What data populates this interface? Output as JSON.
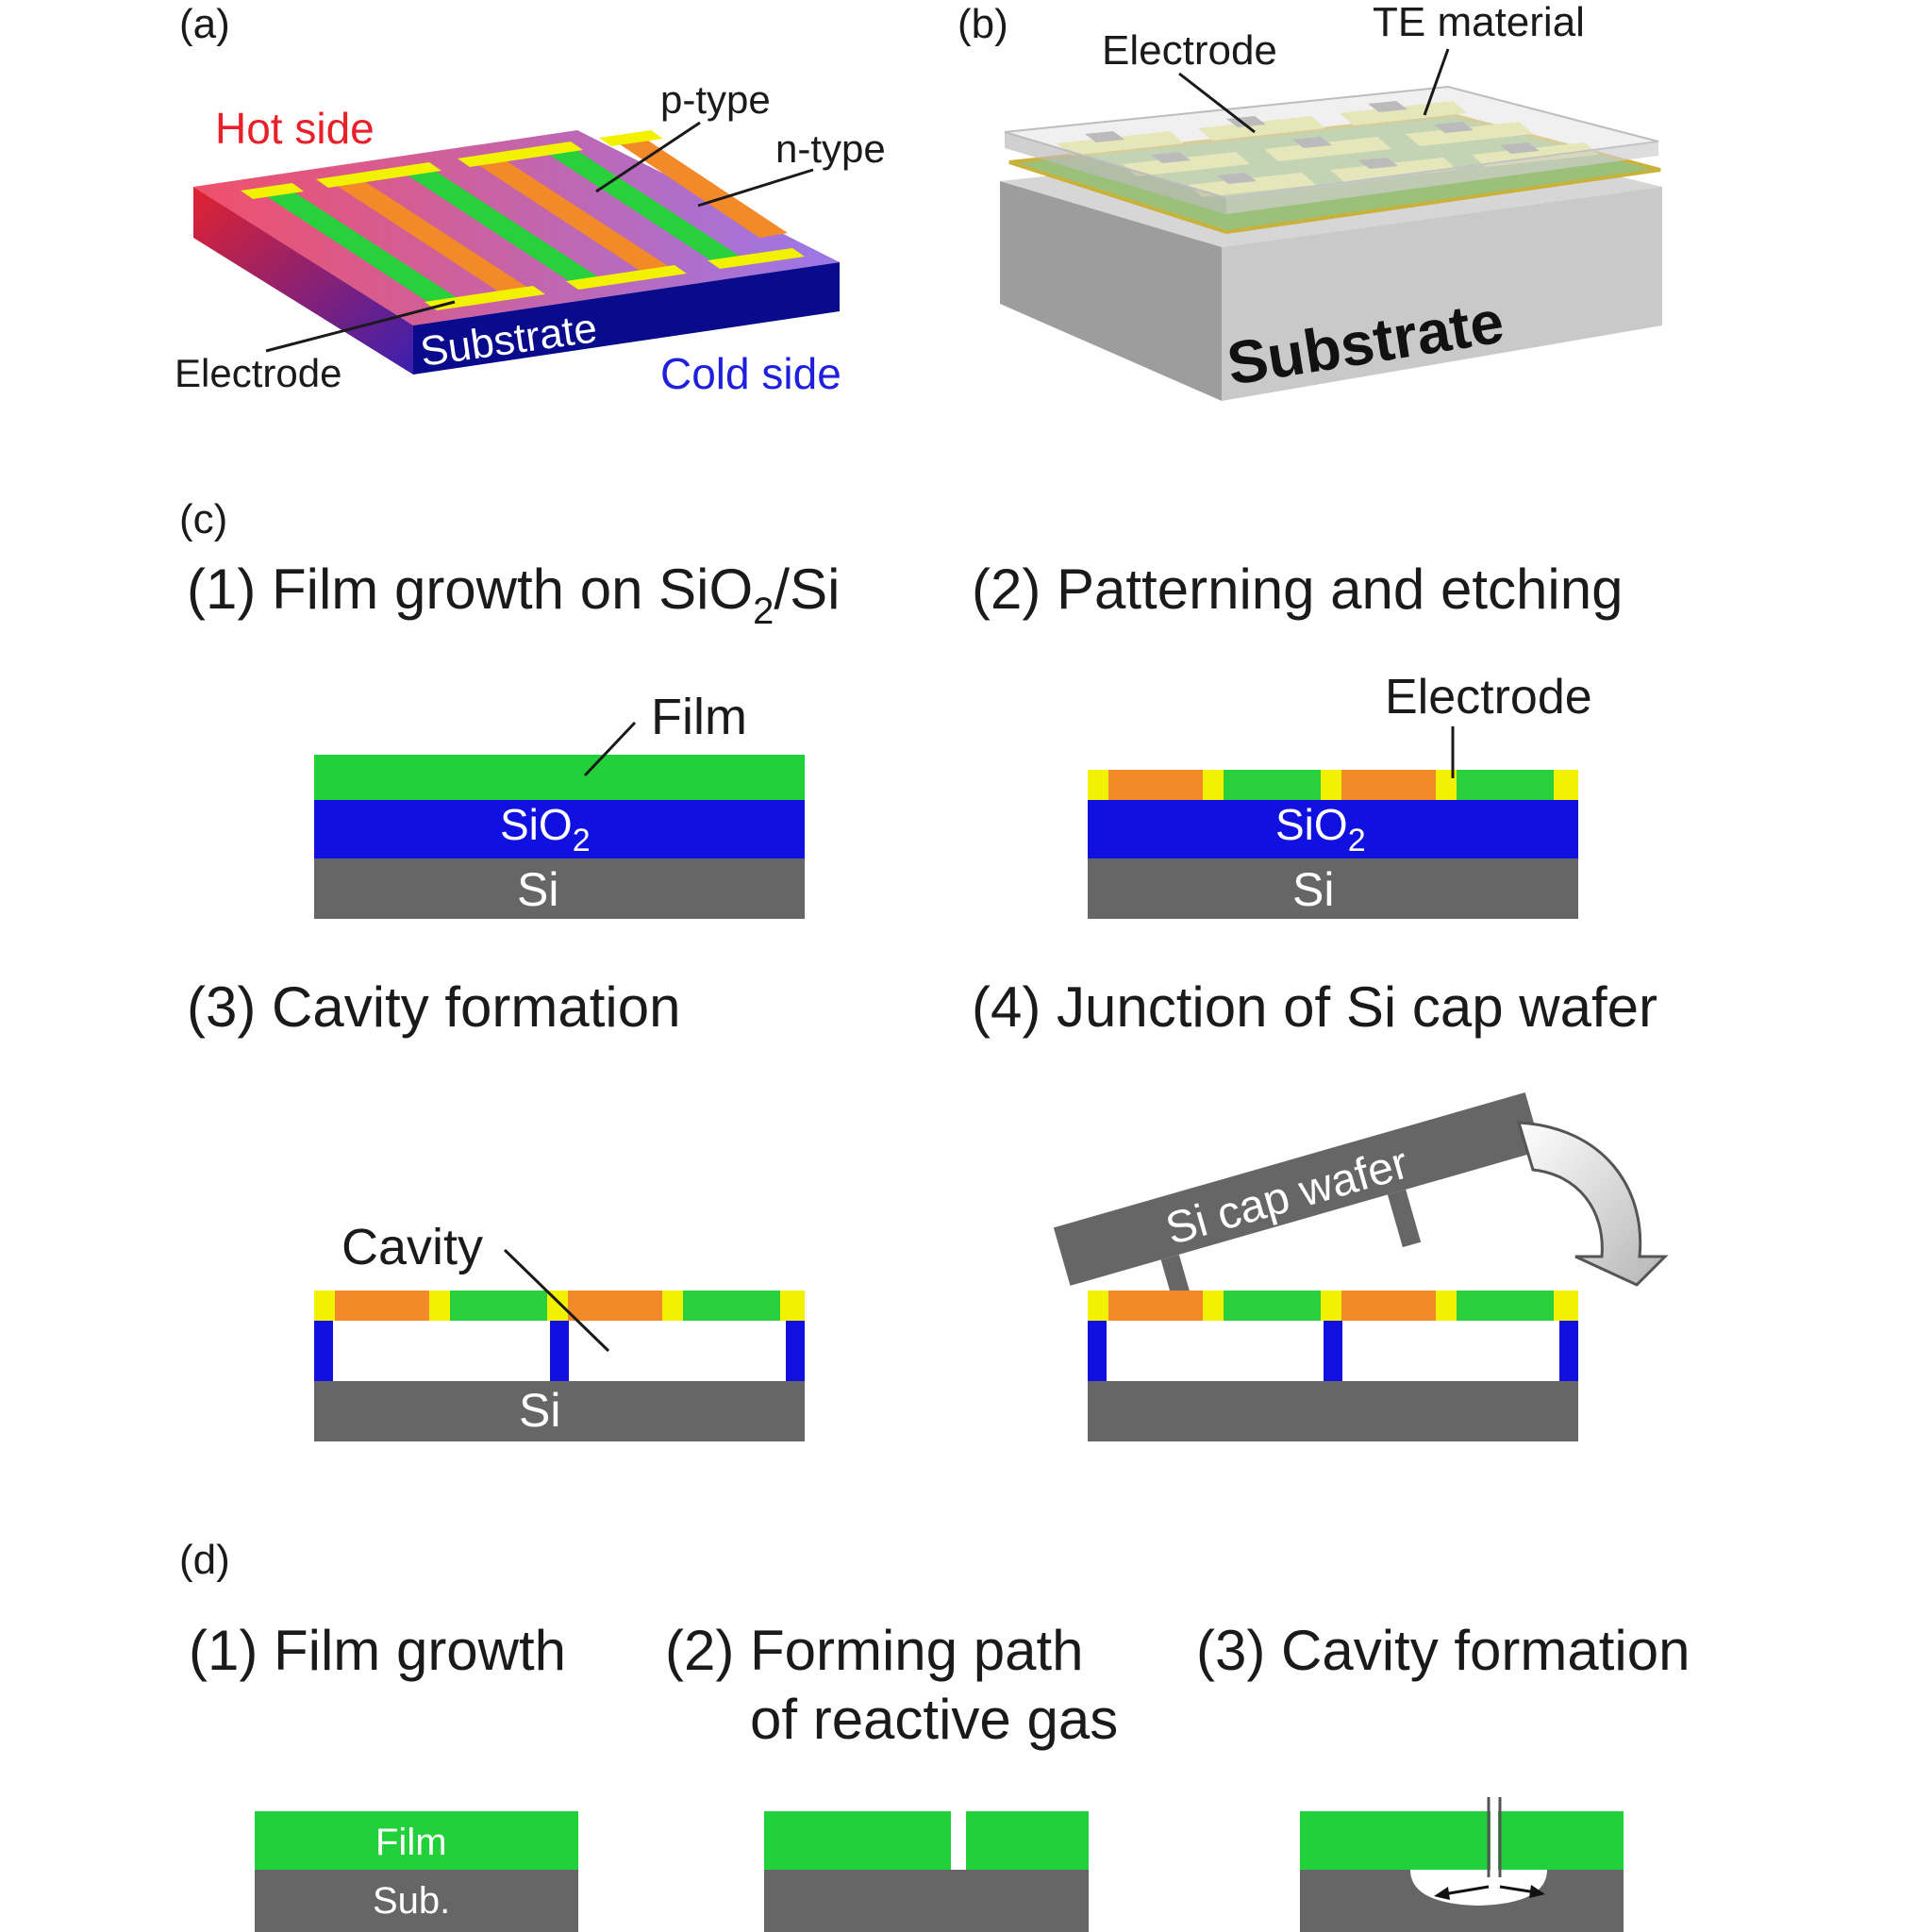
{
  "panel_a": {
    "tag": "(a)",
    "hot_side": "Hot side",
    "cold_side": "Cold side",
    "p_type": "p-type",
    "n_type": "n-type",
    "substrate": "Substrate",
    "electrode": "Electrode",
    "colors": {
      "hot": "#e8202a",
      "cold": "#1f1fdc",
      "p": "#f28a2a",
      "n": "#28d13b",
      "electrode": "#f2f200",
      "substrate": "#0a0a8c"
    }
  },
  "panel_b": {
    "tag": "(b)",
    "electrode": "Electrode",
    "te_material": "TE material",
    "substrate": "Substrate"
  },
  "panel_c": {
    "tag": "(c)",
    "step1": {
      "title": "(1) Film growth on SiO",
      "sub": "2",
      "tail": "/Si",
      "film": "Film",
      "sio2": "SiO",
      "sio2_sub": "2",
      "si": "Si"
    },
    "step2": {
      "title": "(2) Patterning and etching",
      "electrode": "Electrode",
      "sio2": "SiO",
      "sio2_sub": "2",
      "si": "Si"
    },
    "step3": {
      "title": "(3) Cavity formation",
      "cavity": "Cavity",
      "si": "Si"
    },
    "step4": {
      "title": "(4) Junction of Si cap wafer",
      "cap": "Si cap wafer"
    }
  },
  "panel_d": {
    "tag": "(d)",
    "step1": {
      "title": "(1) Film growth",
      "film": "Film",
      "sub": "Sub."
    },
    "step2": {
      "title_line1": "(2) Forming path",
      "title_line2": "of reactive gas"
    },
    "step3": {
      "title": "(3) Cavity formation"
    }
  }
}
